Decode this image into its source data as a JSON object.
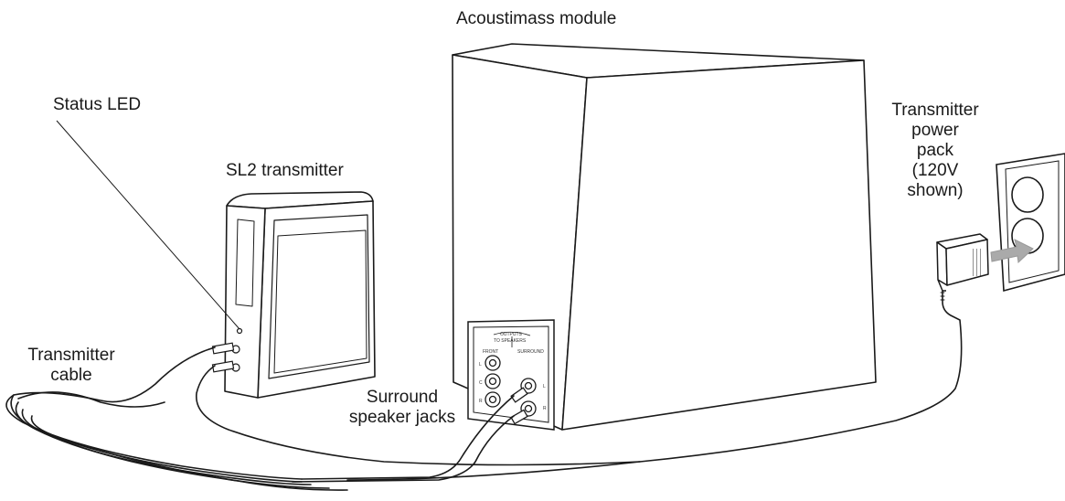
{
  "labels": {
    "acoustimass_module": "Acoustimass module",
    "status_led": "Status LED",
    "sl2_transmitter": "SL2 transmitter",
    "power_pack_line1": "Transmitter",
    "power_pack_line2": "power",
    "power_pack_line3": "pack",
    "power_pack_line4": "(120V",
    "power_pack_line5": "shown)",
    "transmitter_cable_line1": "Transmitter",
    "transmitter_cable_line2": "cable",
    "surround_jacks_line1": "Surround",
    "surround_jacks_line2": "speaker jacks"
  },
  "panel_text": {
    "outputs_line1": "OUTPUTS",
    "outputs_line2": "TO SPEAKERS",
    "front": "FRONT",
    "surround": "SURROUND",
    "jack_l_front": "L",
    "jack_c": "C",
    "jack_r_front": "R",
    "jack_l_surround": "L",
    "jack_r_surround": "R"
  }
}
